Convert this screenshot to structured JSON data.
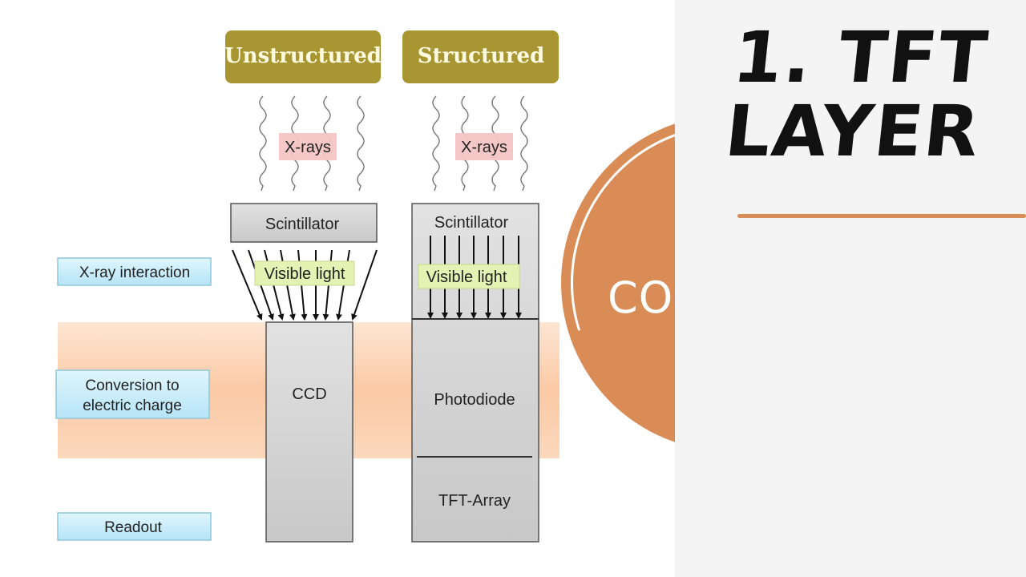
{
  "slide": {
    "title_line1": "1. TFT",
    "title_line2": "LAYER",
    "circle_text": "CON",
    "accent_color": "#d98c55"
  },
  "diagram": {
    "header_unstructured": "Unstructured",
    "header_structured": "Structured",
    "xrays_label_left": "X-rays",
    "xrays_label_right": "X-rays",
    "scintillator_left": "Scintillator",
    "scintillator_right": "Scintillator",
    "visible_light_left": "Visible light",
    "visible_light_right": "Visible light",
    "ccd": "CCD",
    "photodiode": "Photodiode",
    "tft_array": "TFT-Array",
    "stage_xray_interaction": "X-ray interaction",
    "stage_conversion_line1": "Conversion to",
    "stage_conversion_line2": "electric charge",
    "stage_readout": "Readout",
    "colors": {
      "header_fill": "#a89632",
      "stage_fill": "#c6ecfb",
      "xray_label_fill": "#f4c4c4",
      "visible_light_fill": "#e4f2b4",
      "conversion_band": "#fbd3b4"
    }
  }
}
